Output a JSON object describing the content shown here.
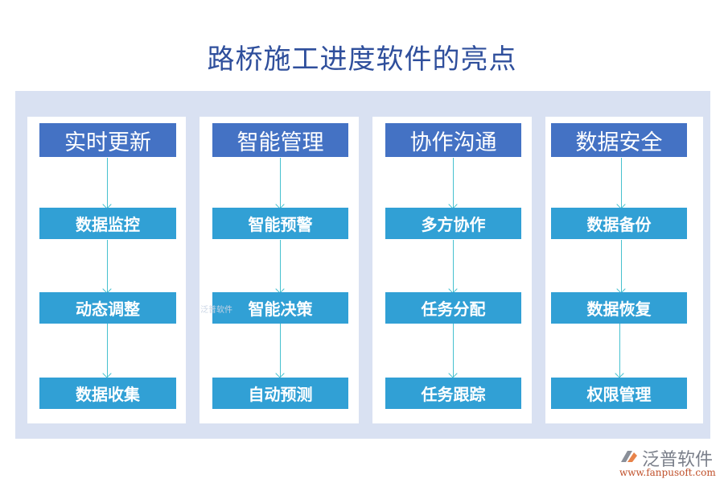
{
  "title": "路桥施工进度软件的亮点",
  "colors": {
    "panel": "#d9e1f2",
    "header": "#4472c4",
    "item": "#31a0d5",
    "arrow": "#46c1cf",
    "title": "#2f4f9c"
  },
  "columns": [
    {
      "header": "实时更新",
      "items": [
        "数据监控",
        "动态调整",
        "数据收集"
      ]
    },
    {
      "header": "智能管理",
      "items": [
        "智能预警",
        "智能决策",
        "自动预测"
      ]
    },
    {
      "header": "协作沟通",
      "items": [
        "多方协作",
        "任务分配",
        "任务跟踪"
      ]
    },
    {
      "header": "数据安全",
      "items": [
        "数据备份",
        "数据恢复",
        "权限管理"
      ]
    }
  ],
  "watermark": "泛普软件",
  "logo": {
    "name": "泛普软件",
    "url": "www.fanpusoft.com"
  }
}
